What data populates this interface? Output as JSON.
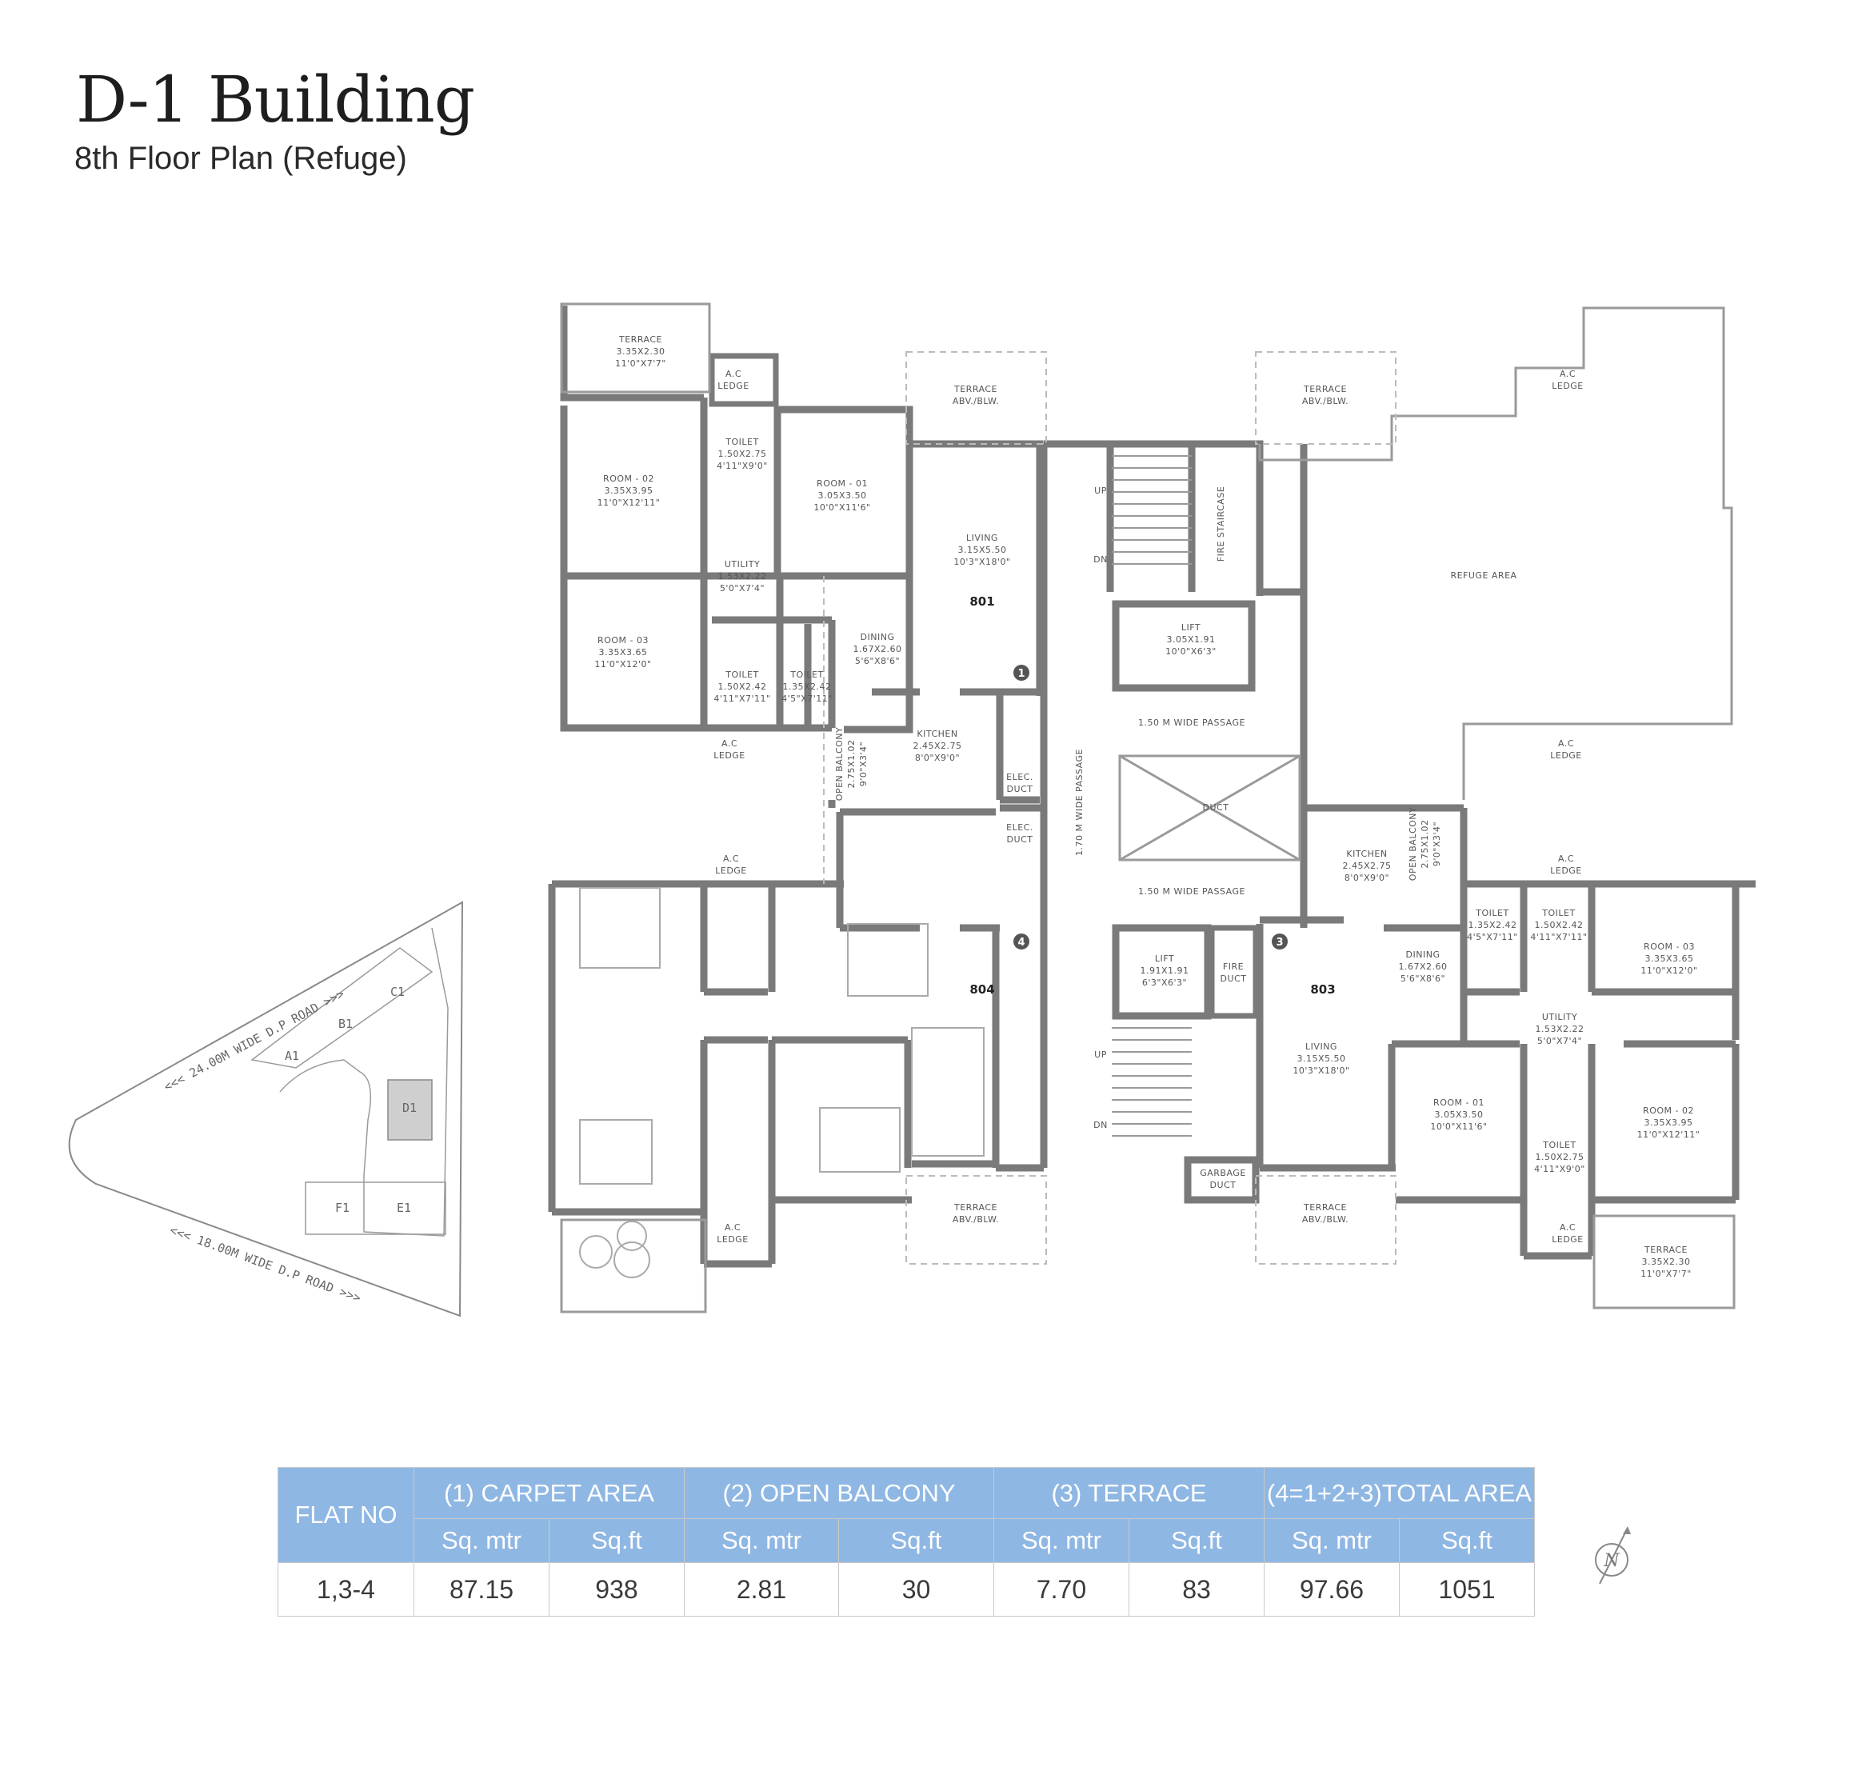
{
  "header": {
    "title": "D-1 Building",
    "subtitle": "8th Floor Plan (Refuge)"
  },
  "plan": {
    "flats": {
      "f801": "801",
      "f804": "804",
      "f803": "803"
    },
    "markers": [
      "1",
      "4",
      "3"
    ],
    "rooms": {
      "terrace_tl": [
        "TERRACE",
        "3.35X2.30",
        "11'0\"X7'7\""
      ],
      "ac_tl": [
        "A.C",
        "LEDGE"
      ],
      "terrace_top_mid": [
        "TERRACE",
        "ABV./BLW."
      ],
      "terrace_top_right": [
        "TERRACE",
        "ABV./BLW."
      ],
      "ac_tr": [
        "A.C",
        "LEDGE"
      ],
      "room02_801": [
        "ROOM - 02",
        "3.35X3.95",
        "11'0\"X12'11\""
      ],
      "toilet_801_a": [
        "TOILET",
        "1.50X2.75",
        "4'11\"X9'0\""
      ],
      "room01_801": [
        "ROOM - 01",
        "3.05X3.50",
        "10'0\"X11'6\""
      ],
      "living_801": [
        "LIVING",
        "3.15X5.50",
        "10'3\"X18'0\""
      ],
      "utility_801": [
        "UTILITY",
        "1.53X2.22",
        "5'0\"X7'4\""
      ],
      "room03_801": [
        "ROOM - 03",
        "3.35X3.65",
        "11'0\"X12'0\""
      ],
      "dining_801": [
        "DINING",
        "1.67X2.60",
        "5'6\"X8'6\""
      ],
      "toilet_801_b": [
        "TOILET",
        "1.50X2.42",
        "4'11\"X7'11\""
      ],
      "toilet_801_c": [
        "TOILET",
        "1.35X2.42",
        "4'5\"X7'11\""
      ],
      "ac_801_mid": [
        "A.C",
        "LEDGE"
      ],
      "balcony_801": [
        "OPEN BALCONY",
        "2.75X1.02",
        "9'0\"X3'4\""
      ],
      "kitchen_801": [
        "KITCHEN",
        "2.45X2.75",
        "8'0\"X9'0\""
      ],
      "elec_duct_1": [
        "ELEC.",
        "DUCT"
      ],
      "elec_duct_2": [
        "ELEC.",
        "DUCT"
      ],
      "lift_top": [
        "LIFT",
        "3.05X1.91",
        "10'0\"X6'3\""
      ],
      "passage_top": "1.50 M WIDE PASSAGE",
      "passage_bottom": "1.50 M WIDE PASSAGE",
      "passage_vertical": "1.70 M WIDE PASSAGE",
      "duct": "DUCT",
      "fire_staircase": "FIRE STAIRCASE",
      "up_top": "UP",
      "dn_top": "DN",
      "up_bot": "UP",
      "dn_bot": "DN",
      "refuge": "REFUGE AREA",
      "ac_refuge": [
        "A.C",
        "LEDGE"
      ],
      "kitchen_803": [
        "KITCHEN",
        "2.45X2.75",
        "8'0\"X9'0\""
      ],
      "balcony_803": [
        "OPEN BALCONY",
        "2.75X1.02",
        "9'0\"X3'4\""
      ],
      "ac_803_top": [
        "A.C",
        "LEDGE"
      ],
      "ac_804_top": [
        "A.C",
        "LEDGE"
      ],
      "lift_bot": [
        "LIFT",
        "1.91X1.91",
        "6'3\"X6'3\""
      ],
      "fire_duct": [
        "FIRE",
        "DUCT"
      ],
      "dining_803": [
        "DINING",
        "1.67X2.60",
        "5'6\"X8'6\""
      ],
      "toilet_803_a": [
        "TOILET",
        "1.35X2.42",
        "4'5\"X7'11\""
      ],
      "toilet_803_b": [
        "TOILET",
        "1.50X2.42",
        "4'11\"X7'11\""
      ],
      "room03_803": [
        "ROOM - 03",
        "3.35X3.65",
        "11'0\"X12'0\""
      ],
      "utility_803": [
        "UTILITY",
        "1.53X2.22",
        "5'0\"X7'4\""
      ],
      "living_803": [
        "LIVING",
        "3.15X5.50",
        "10'3\"X18'0\""
      ],
      "room01_803": [
        "ROOM - 01",
        "3.05X3.50",
        "10'0\"X11'6\""
      ],
      "room02_803": [
        "ROOM - 02",
        "3.35X3.95",
        "11'0\"X12'11\""
      ],
      "toilet_803_c": [
        "TOILET",
        "1.50X2.75",
        "4'11\"X9'0\""
      ],
      "garbage_duct": [
        "GARBAGE",
        "DUCT"
      ],
      "terrace_bot_mid": [
        "TERRACE",
        "ABV./BLW."
      ],
      "terrace_bot_right": [
        "TERRACE",
        "ABV./BLW."
      ],
      "ac_804_bot": [
        "A.C",
        "LEDGE"
      ],
      "ac_803_bot": [
        "A.C",
        "LEDGE"
      ],
      "terrace_br": [
        "TERRACE",
        "3.35X2.30",
        "11'0\"X7'7\""
      ]
    }
  },
  "site": {
    "road_top": "<<< 24.00M WIDE D.P ROAD >>>",
    "road_bottom": "<<< 18.00M WIDE D.P ROAD >>>",
    "buildings": [
      "A1",
      "B1",
      "C1",
      "D1",
      "F1",
      "E1"
    ]
  },
  "table": {
    "headers": [
      "FLAT NO",
      "(1) CARPET AREA",
      "(2) OPEN BALCONY",
      "(3) TERRACE",
      "(4=1+2+3)TOTAL AREA"
    ],
    "units": [
      "Sq. mtr",
      "Sq.ft",
      "Sq. mtr",
      "Sq.ft",
      "Sq. mtr",
      "Sq.ft",
      "Sq. mtr",
      "Sq.ft"
    ],
    "row": [
      "1,3-4",
      "87.15",
      "938",
      "2.81",
      "30",
      "7.70",
      "83",
      "97.66",
      "1051"
    ]
  },
  "north": "N",
  "colors": {
    "wall": "#7a7a7a",
    "table_header": "#8fb7e3"
  }
}
